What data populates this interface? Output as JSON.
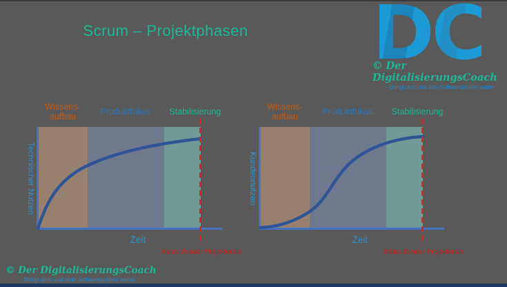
{
  "slide": {
    "title": "Scrum – Projektphasen"
  },
  "logo": {
    "monogram": "DC",
    "name": "© Der DigitalisierungsCoach",
    "tagline": "– Bringt dich und dein Softwareprojekt weiter"
  },
  "footer": {
    "name": "© Der DigitalisierungsCoach",
    "tagline": "– Bringt dich und dein Softwareprojekt weiter"
  },
  "charts": {
    "left": {
      "ylabel": "Technischer Nutzen",
      "xlabel": "Zeit",
      "annotation": "Abbruch oder Projektende",
      "phases": [
        {
          "line1": "Wissens-",
          "line2": "aufbau"
        },
        {
          "label": "Produktfokus"
        },
        {
          "label": "Stabilisierung"
        }
      ]
    },
    "right": {
      "ylabel": "Kundennutzen",
      "xlabel": "Zeit",
      "annotation": "Abbruch oder Projektende",
      "phases": [
        {
          "line1": "Wissens-",
          "line2": "aufbau"
        },
        {
          "label": "Produktfokus"
        },
        {
          "label": "Stabilisierung"
        }
      ]
    }
  },
  "colors": {
    "background": "#595959",
    "title_teal": "#1cb996",
    "phase_orange": "#c55a11",
    "phase_blue": "#2e75b6",
    "phase_teal": "#1cb996",
    "band_orange": "#97806d",
    "band_blue": "#6e798e",
    "band_green": "#719a96",
    "curve_blue": "#2f5597",
    "axis_blue": "#4472c4",
    "axis_label_blue": "#2e93cc",
    "danger_red": "#d11a1a",
    "logo_blue": "#1c9ad6",
    "bottom_bar_navy": "#1f3864"
  },
  "chart_data": [
    {
      "type": "line",
      "title": "Technischer Nutzen über Zeit",
      "xlabel": "Zeit",
      "ylabel": "Technischer Nutzen",
      "curve_shape": "saturation",
      "x_normalized": [
        0,
        0.08,
        0.17,
        0.3,
        0.45,
        0.61,
        0.78,
        1.0
      ],
      "y_normalized": [
        0,
        0.27,
        0.48,
        0.63,
        0.74,
        0.82,
        0.87,
        0.9
      ],
      "phases": [
        {
          "name": "Wissensaufbau",
          "x_range": [
            0,
            0.3
          ]
        },
        {
          "name": "Produktfokus",
          "x_range": [
            0.3,
            0.78
          ]
        },
        {
          "name": "Stabilisierung",
          "x_range": [
            0.78,
            1.0
          ]
        }
      ],
      "annotations": [
        {
          "text": "Abbruch oder Projektende",
          "x": 1.0,
          "style": "red-dashed-vline"
        }
      ],
      "grid": false,
      "legend": false
    },
    {
      "type": "line",
      "title": "Kundennutzen über Zeit",
      "xlabel": "Zeit",
      "ylabel": "Kundennutzen",
      "curve_shape": "s-curve",
      "x_normalized": [
        0,
        0.13,
        0.27,
        0.3,
        0.43,
        0.58,
        0.7,
        0.78,
        1.0
      ],
      "y_normalized": [
        0.01,
        0.03,
        0.14,
        0.17,
        0.37,
        0.63,
        0.79,
        0.84,
        0.91
      ],
      "phases": [
        {
          "name": "Wissensaufbau",
          "x_range": [
            0,
            0.3
          ]
        },
        {
          "name": "Produktfokus",
          "x_range": [
            0.3,
            0.78
          ]
        },
        {
          "name": "Stabilisierung",
          "x_range": [
            0.78,
            1.0
          ]
        }
      ],
      "annotations": [
        {
          "text": "Abbruch oder Projektende",
          "x": 1.0,
          "style": "red-dashed-vline"
        }
      ],
      "grid": false,
      "legend": false
    }
  ]
}
